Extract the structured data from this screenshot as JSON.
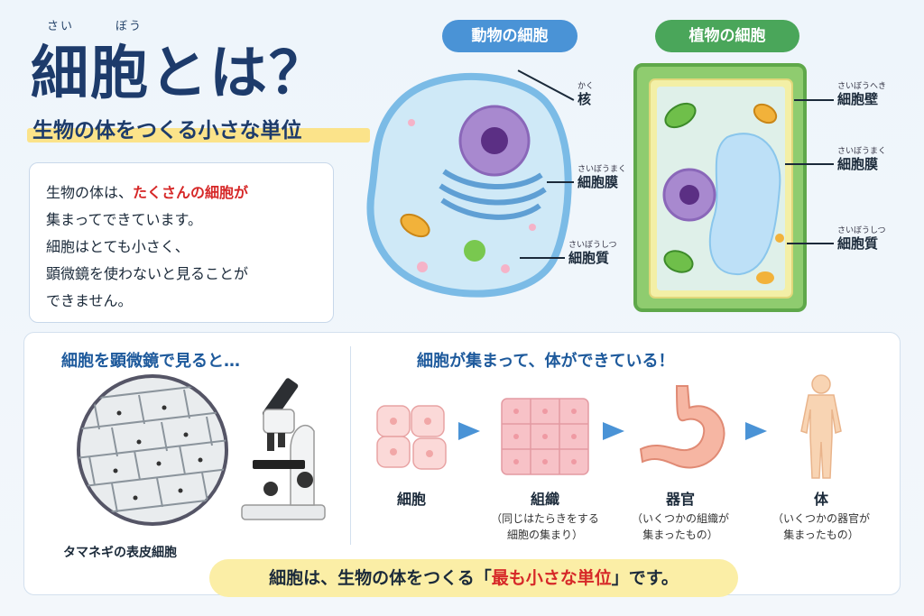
{
  "header": {
    "ruby_sai": "さい",
    "ruby_bou": "ぼう",
    "title": "細胞とは？",
    "subtitle": "生物の体をつくる小さな単位"
  },
  "intro": {
    "line1_a": "生物の体は、",
    "line1_b": "たくさんの細胞が",
    "line2": "集まってできています。",
    "line3": "細胞はとても小さく、",
    "line4": "顕微鏡を使わないと見ることが",
    "line5": "できません。"
  },
  "animal_cell": {
    "heading": "動物の細胞",
    "nucleus_ruby": "かく",
    "nucleus": "核",
    "membrane_ruby": "さいぼうまく",
    "membrane": "細胞膜",
    "cytoplasm_ruby": "さいぼうしつ",
    "cytoplasm": "細胞質"
  },
  "plant_cell": {
    "heading": "植物の細胞",
    "wall_ruby": "さいぼうへき",
    "wall": "細胞壁",
    "membrane_ruby": "さいぼうまく",
    "membrane": "細胞膜",
    "cytoplasm_ruby": "さいぼうしつ",
    "cytoplasm": "細胞質"
  },
  "microscope_section": {
    "heading": "細胞を顕微鏡で見ると…",
    "caption": "タマネギの表皮細胞"
  },
  "flow_section": {
    "heading": "細胞が集まって、体ができている！",
    "steps": [
      {
        "label": "細胞",
        "note1": "",
        "note2": ""
      },
      {
        "label": "組織",
        "note1": "（同じはたらきをする",
        "note2": "細胞の集まり）"
      },
      {
        "label": "器官",
        "note1": "（いくつかの組織が",
        "note2": "集まったもの）"
      },
      {
        "label": "体",
        "note1": "（いくつかの器官が",
        "note2": "集まったもの）"
      }
    ]
  },
  "summary": {
    "part1": "細胞は、生物の体をつくる「",
    "part2": "最も小さな単位",
    "part3": "」です。"
  },
  "colors": {
    "title_navy": "#1d3b6b",
    "accent_blue": "#4a93d6",
    "accent_green": "#4aa65a",
    "highlight_yellow": "#fbe38a",
    "emphasis_red": "#d62828"
  }
}
